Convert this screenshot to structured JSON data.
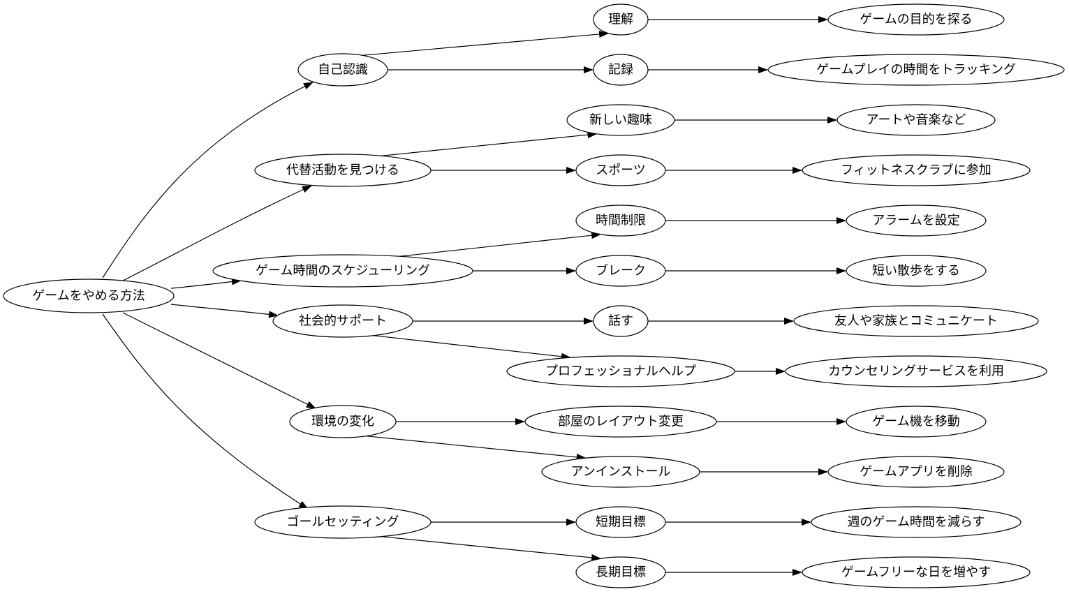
{
  "diagram": {
    "root": "ゲームをやめる方法",
    "branches": [
      {
        "label": "自己認識",
        "children": [
          {
            "label": "理解",
            "leaf": "ゲームの目的を探る"
          },
          {
            "label": "記録",
            "leaf": "ゲームプレイの時間をトラッキング"
          }
        ]
      },
      {
        "label": "代替活動を見つける",
        "children": [
          {
            "label": "新しい趣味",
            "leaf": "アートや音楽など"
          },
          {
            "label": "スポーツ",
            "leaf": "フィットネスクラブに参加"
          }
        ]
      },
      {
        "label": "ゲーム時間のスケジューリング",
        "children": [
          {
            "label": "時間制限",
            "leaf": "アラームを設定"
          },
          {
            "label": "ブレーク",
            "leaf": "短い散歩をする"
          }
        ]
      },
      {
        "label": "社会的サポート",
        "children": [
          {
            "label": "話す",
            "leaf": "友人や家族とコミュニケート"
          },
          {
            "label": "プロフェッショナルヘルプ",
            "leaf": "カウンセリングサービスを利用"
          }
        ]
      },
      {
        "label": "環境の変化",
        "children": [
          {
            "label": "部屋のレイアウト変更",
            "leaf": "ゲーム機を移動"
          },
          {
            "label": "アンインストール",
            "leaf": "ゲームアプリを削除"
          }
        ]
      },
      {
        "label": "ゴールセッティング",
        "children": [
          {
            "label": "短期目標",
            "leaf": "週のゲーム時間を減らす"
          },
          {
            "label": "長期目標",
            "leaf": "ゲームフリーな日を増やす"
          }
        ]
      }
    ]
  }
}
